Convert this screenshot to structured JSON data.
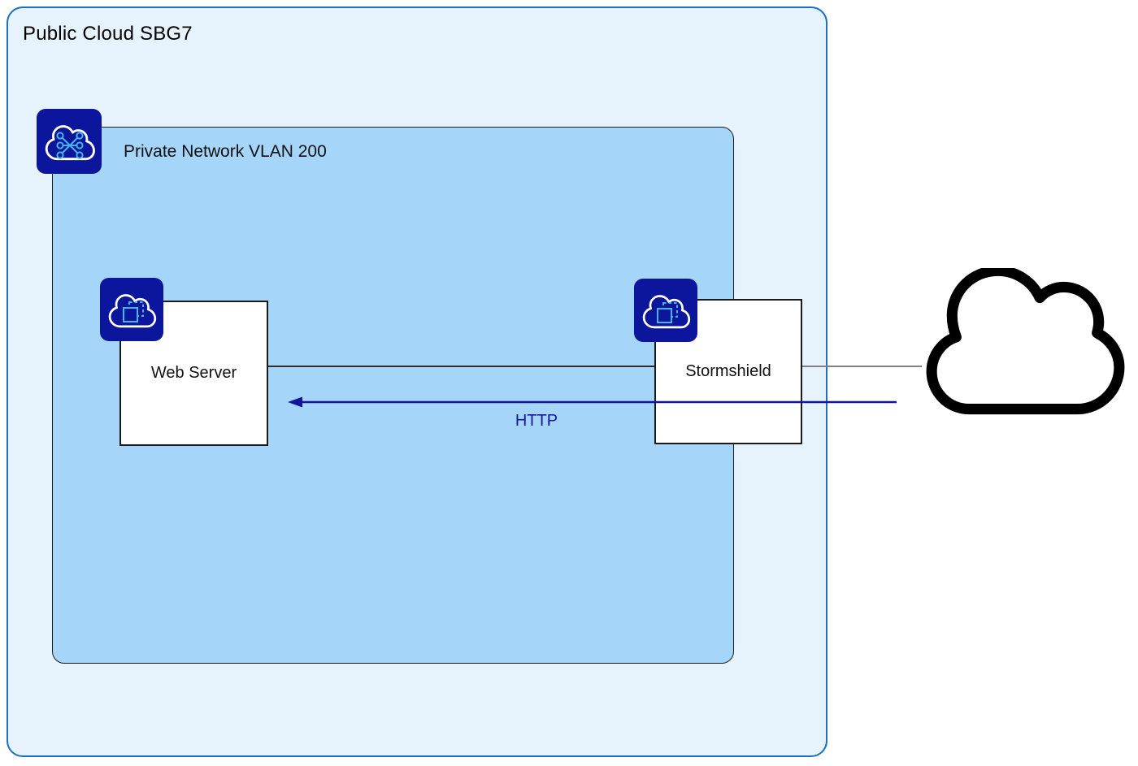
{
  "diagram": {
    "title": "Public Cloud SBG7",
    "network": {
      "label": "Private Network VLAN 200"
    },
    "nodes": {
      "web_server": {
        "label": "Web Server"
      },
      "stormshield": {
        "label": "Stormshield"
      }
    },
    "flows": {
      "http": {
        "label": "HTTP"
      }
    },
    "icons": {
      "private_network": "cloud-network-icon",
      "web_server": "cloud-instance-icon",
      "stormshield": "cloud-instance-icon",
      "internet": "internet-cloud-icon"
    },
    "colors": {
      "outer_fill": "#e7f3fc",
      "outer_border": "#1a70c2",
      "inner_fill": "#a6d5fa",
      "inner_border": "#1a1a1a",
      "node_fill": "#ffffff",
      "node_border": "#1a1a1a",
      "icon_tile": "#0b169c",
      "icon_glyph": "#42b5e9",
      "icon_cloud_outline": "#ffffff",
      "arrow": "#14149a",
      "link_dark": "#2d2d2d",
      "link_gray": "#828282",
      "internet_cloud_outline": "#000000",
      "text": "#000000"
    }
  }
}
